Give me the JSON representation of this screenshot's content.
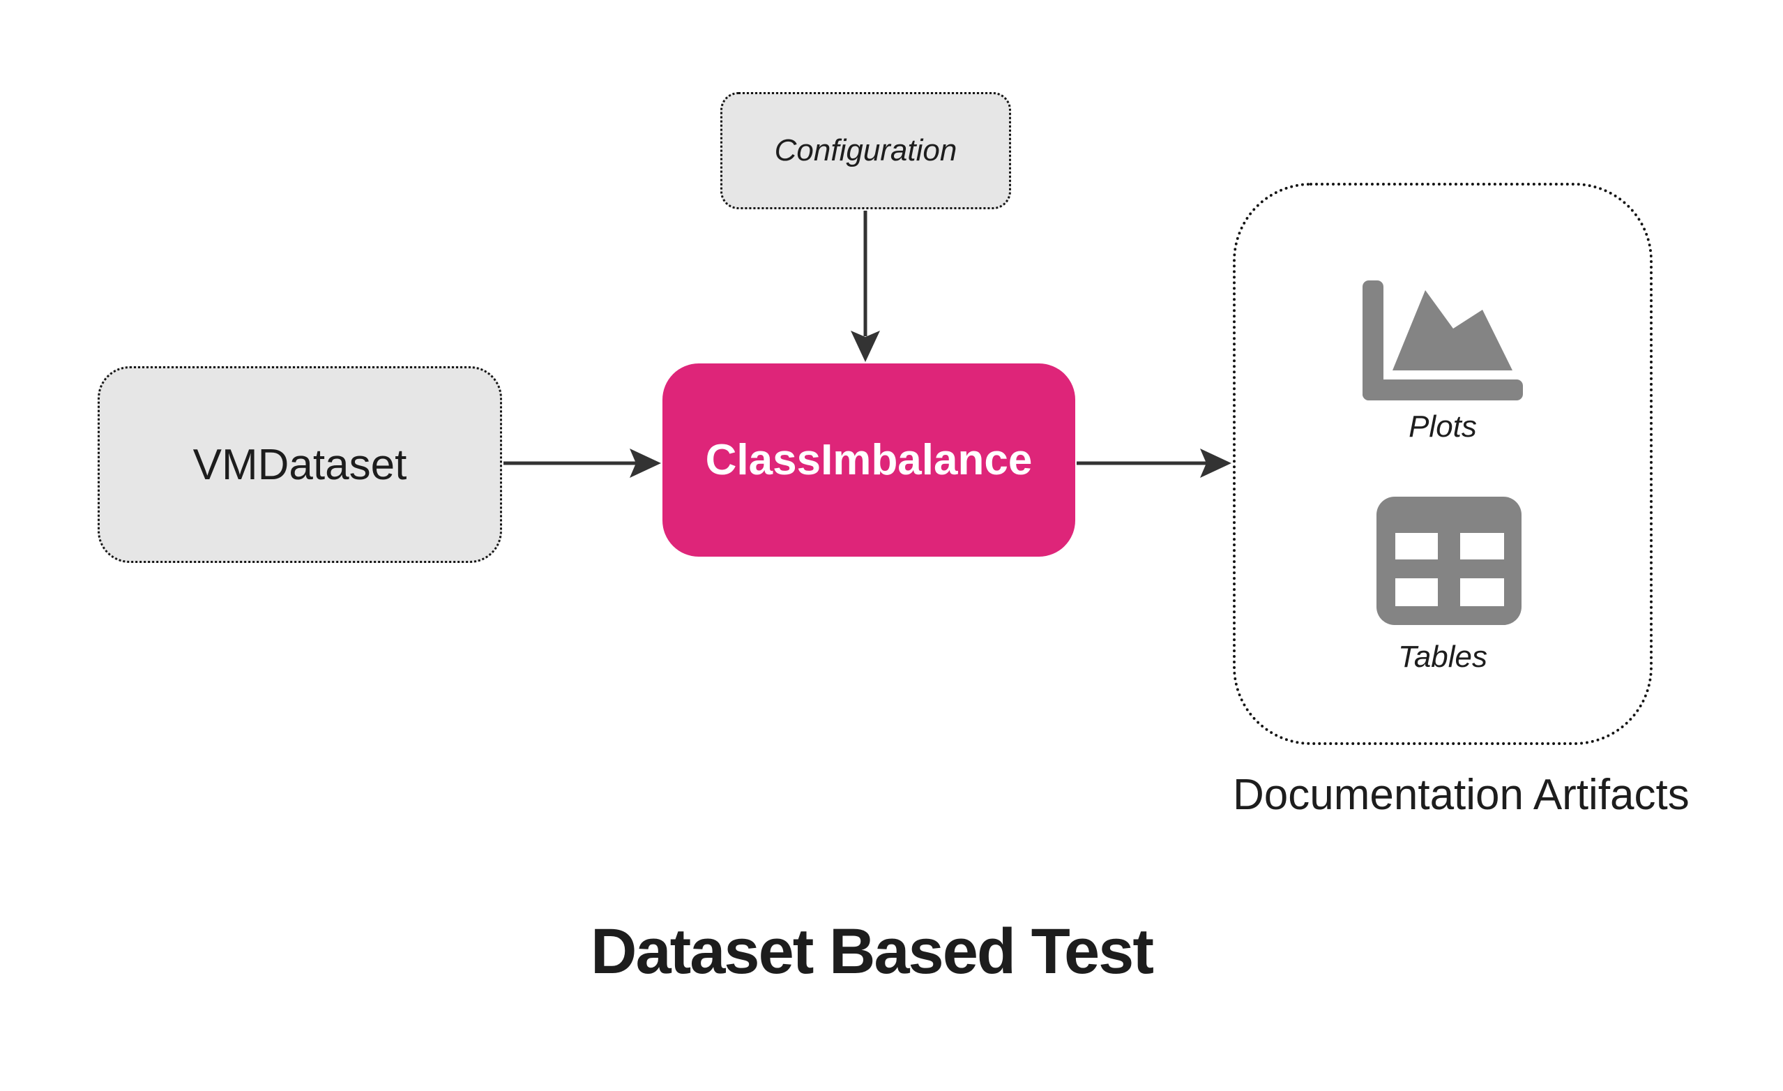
{
  "title": "Dataset Based Test",
  "nodes": {
    "configuration": {
      "label": "Configuration"
    },
    "dataset": {
      "label": "VMDataset"
    },
    "test": {
      "label": "ClassImbalance"
    },
    "artifacts": {
      "label": "Documentation Artifacts",
      "items": [
        {
          "label": "Plots",
          "icon": "area-chart-icon"
        },
        {
          "label": "Tables",
          "icon": "table-icon"
        }
      ]
    }
  },
  "edges": [
    {
      "from": "VMDataset",
      "to": "ClassImbalance"
    },
    {
      "from": "Configuration",
      "to": "ClassImbalance"
    },
    {
      "from": "ClassImbalance",
      "to": "Documentation Artifacts"
    }
  ],
  "colors": {
    "node_fill": "#e6e6e6",
    "node_border": "#141414",
    "accent": "#de2579",
    "accent_text": "#ffffff",
    "icon_gray": "#848484",
    "arrow": "#333333",
    "text": "#1d1d1d"
  }
}
